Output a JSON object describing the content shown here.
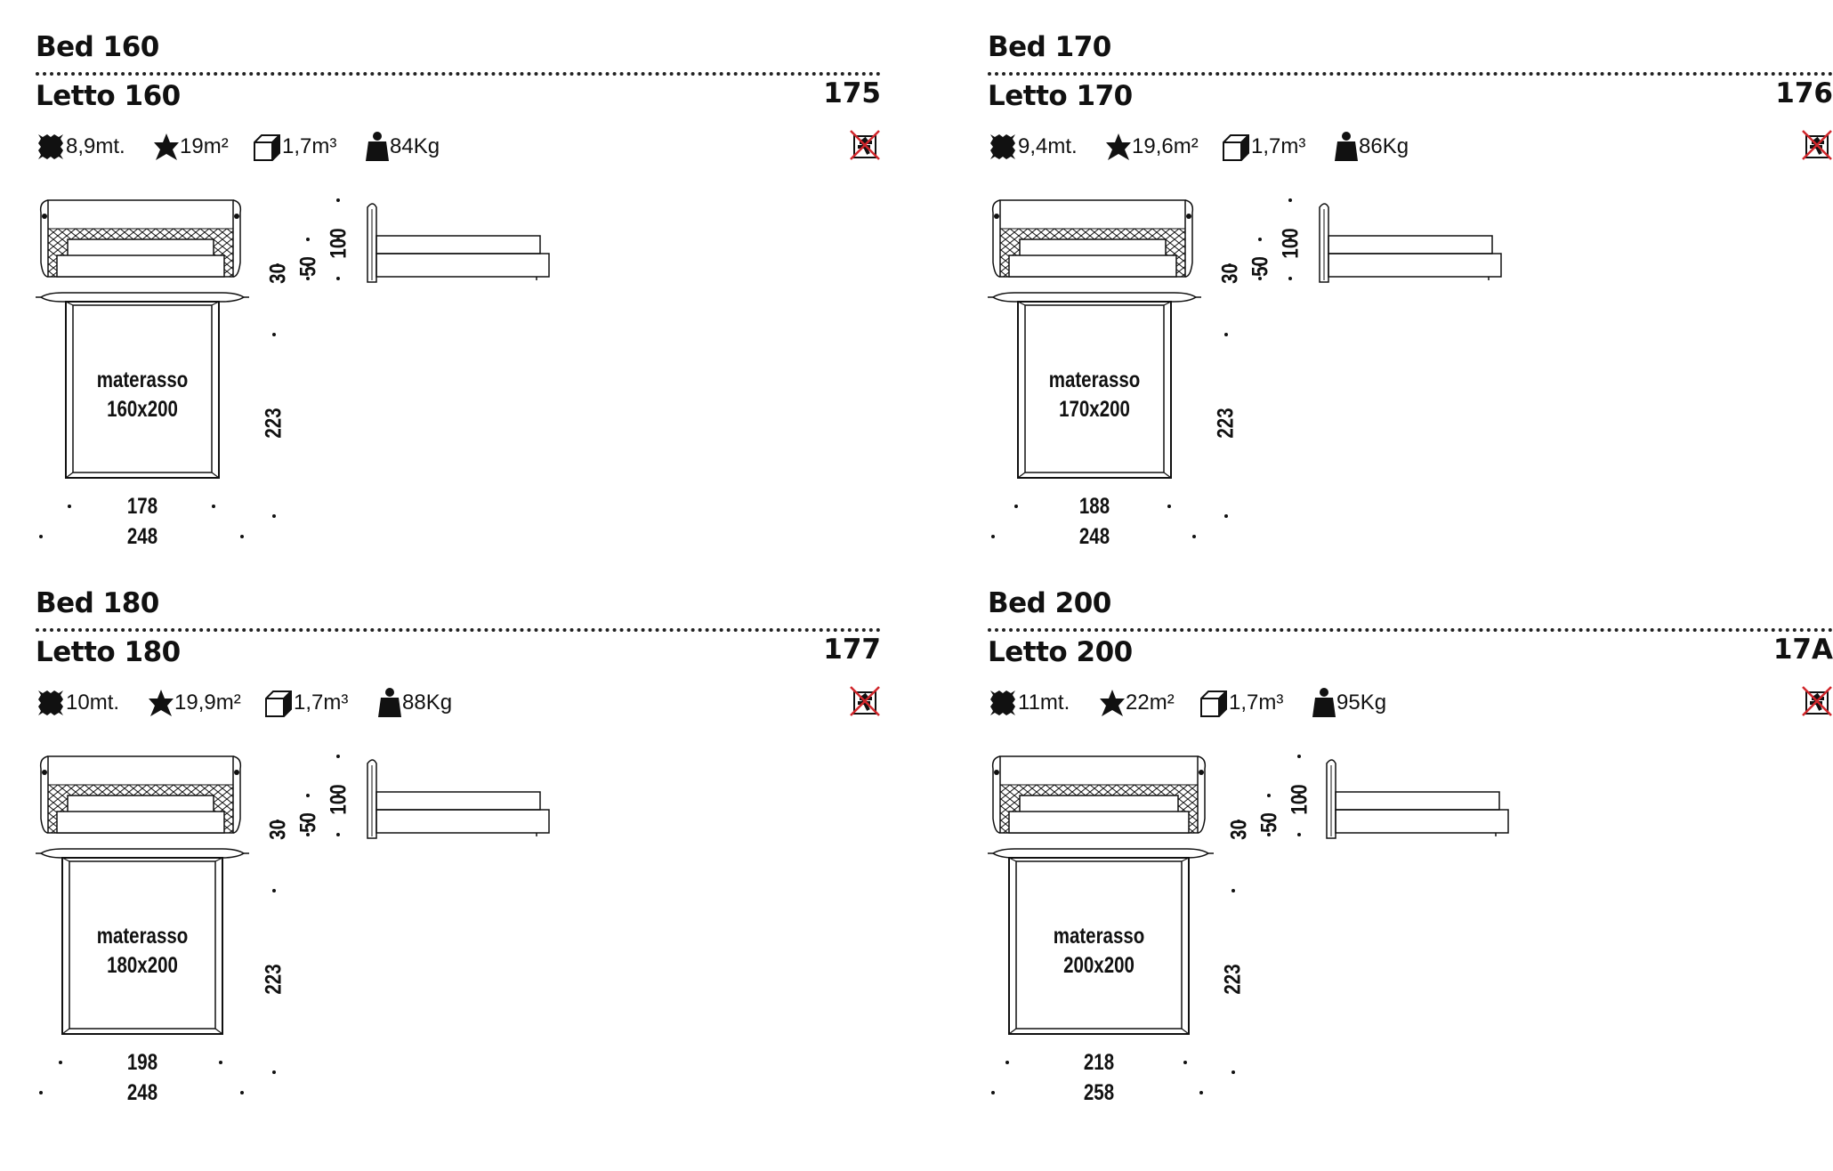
{
  "panels": [
    {
      "title_en": "Bed 160",
      "title_it": "Letto 160",
      "code": "175",
      "specs": {
        "fabric": "8,9mt.",
        "leather": "19m²",
        "volume": "1,7m³",
        "weight": "84Kg"
      },
      "mattress_label": "materasso",
      "mattress_size": "160x200",
      "width_inner": "178",
      "width_outer": "248",
      "length": "223",
      "h_seat": "30",
      "h_mid": "50",
      "h_total": "100"
    },
    {
      "title_en": "Bed 170",
      "title_it": "Letto 170",
      "code": "176",
      "specs": {
        "fabric": "9,4mt.",
        "leather": "19,6m²",
        "volume": "1,7m³",
        "weight": "86Kg"
      },
      "mattress_label": "materasso",
      "mattress_size": "170x200",
      "width_inner": "188",
      "width_outer": "248",
      "length": "223",
      "h_seat": "30",
      "h_mid": "50",
      "h_total": "100"
    },
    {
      "title_en": "Bed 180",
      "title_it": "Letto 180",
      "code": "177",
      "specs": {
        "fabric": "10mt.",
        "leather": "19,9m²",
        "volume": "1,7m³",
        "weight": "88Kg"
      },
      "mattress_label": "materasso",
      "mattress_size": "180x200",
      "width_inner": "198",
      "width_outer": "248",
      "length": "223",
      "h_seat": "30",
      "h_mid": "50",
      "h_total": "100"
    },
    {
      "title_en": "Bed 200",
      "title_it": "Letto 200",
      "code": "17A",
      "specs": {
        "fabric": "11mt.",
        "leather": "22m²",
        "volume": "1,7m³",
        "weight": "95Kg"
      },
      "mattress_label": "materasso",
      "mattress_size": "200x200",
      "width_inner": "218",
      "width_outer": "258",
      "length": "223",
      "h_seat": "30",
      "h_mid": "50",
      "h_total": "100"
    }
  ],
  "icons": {
    "fabric": "fabric-icon",
    "leather": "leather-icon",
    "volume": "box-volume-icon",
    "weight": "weight-icon",
    "no_stack": "no-stack-icon"
  },
  "colors": {
    "ink": "#111111",
    "warning_red": "#d0262b"
  }
}
